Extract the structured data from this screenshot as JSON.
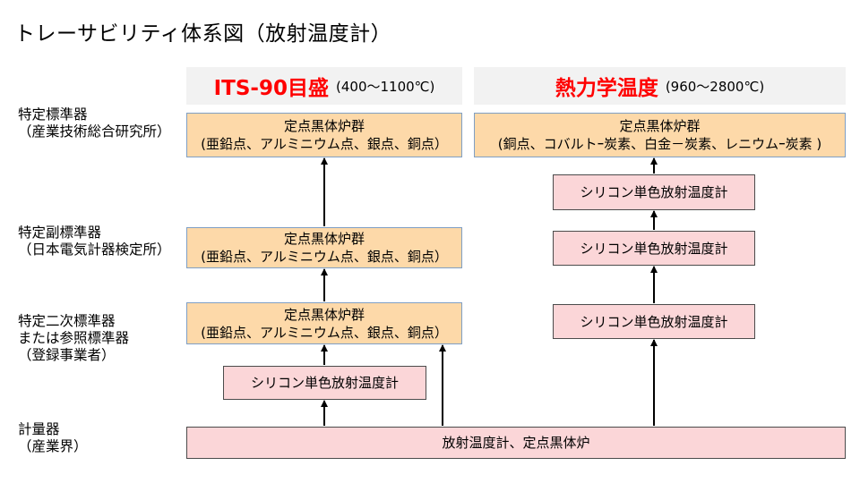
{
  "title": "トレーサビリティ体系図（放射温度計）",
  "levels": {
    "national": [
      "特定標準器",
      "（産業技術総合研究所）"
    ],
    "secondary": [
      "特定副標準器",
      "（日本電気計器検定所）"
    ],
    "tertiary": [
      "特定二次標準器",
      "または参照標準器",
      "（登録事業者）"
    ],
    "instruments": [
      "計量器",
      "（産業界）"
    ]
  },
  "columns": {
    "its90": {
      "title": "ITS-90目盛",
      "range": "(400～1100℃)"
    },
    "thermo": {
      "title": "熱力学温度",
      "range": "(960～2800℃)"
    }
  },
  "fixed_point": {
    "name": "定点黒体炉群",
    "its90_points": "(亜鉛点、アルミニウム点、銀点、銅点）",
    "thermo_points": "(銅点、コバルトｰ炭素、白金－炭素、レニウムｰ炭素 )"
  },
  "thermometer_label": "シリコン単色放射温度計",
  "bottom_label": "放射温度計、定点黒体炉",
  "colors": {
    "header_red": "#ff0000",
    "fixed_point_fill": "#fdd9a9",
    "thermometer_fill": "#fbd6d8"
  }
}
